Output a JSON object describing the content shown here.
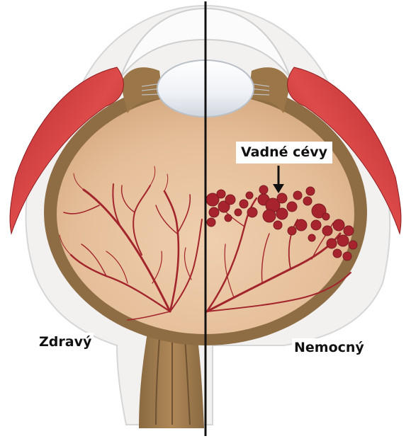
{
  "labels": {
    "healthy": "Zdravý",
    "diseased": "Nemocný",
    "defective_vessels": "Vadné cévy"
  },
  "colors": {
    "vitreous": "#e7c29f",
    "wall": "#8a6840",
    "sclera": "#f1f0ef",
    "muscle": "#c93a3c",
    "vessel": "#a2242c",
    "lesion": "#a7242f",
    "lens": "#eef1f5",
    "divider": "#111111"
  },
  "icons": {
    "pointer": "arrow-down-icon"
  }
}
